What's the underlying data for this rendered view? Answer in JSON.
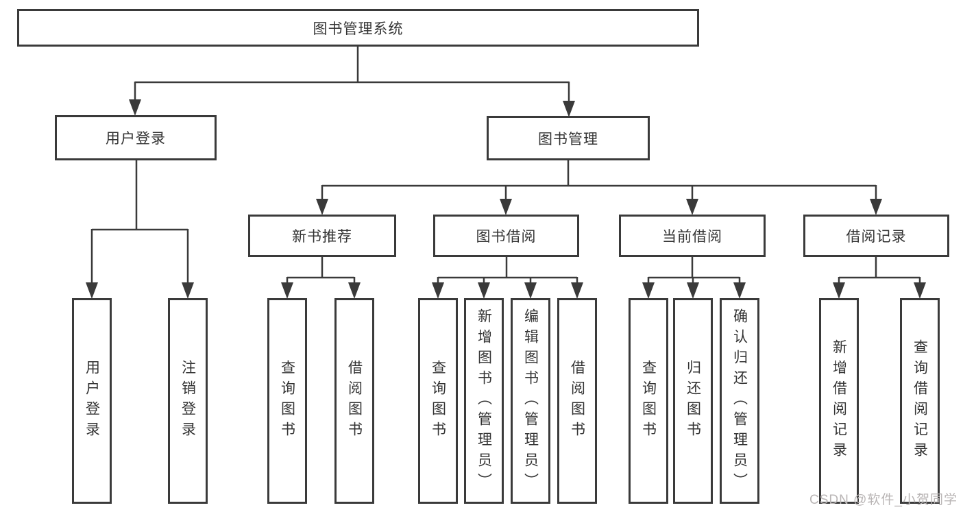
{
  "diagram": {
    "root": "图书管理系统",
    "branches": {
      "user_login": {
        "label": "用户登录",
        "children": [
          "用户登录",
          "注销登录"
        ]
      },
      "book_management": {
        "label": "图书管理",
        "sections": {
          "new_books": {
            "label": "新书推荐",
            "children": [
              "查询图书",
              "借阅图书"
            ]
          },
          "borrowing": {
            "label": "图书借阅",
            "children": [
              "查询图书",
              "新增图书（管理员）",
              "编辑图书（管理员）",
              "借阅图书"
            ]
          },
          "current": {
            "label": "当前借阅",
            "children": [
              "查询图书",
              "归还图书",
              "确认归还（管理员）"
            ]
          },
          "records": {
            "label": "借阅记录",
            "children": [
              "新增借阅记录",
              "查询借阅记录"
            ]
          }
        }
      }
    },
    "watermark": "CSDN @软件_小贺同学"
  },
  "colors": {
    "line": "#3a3a3a",
    "text": "#333333",
    "watermark": "#b9b5b5"
  }
}
